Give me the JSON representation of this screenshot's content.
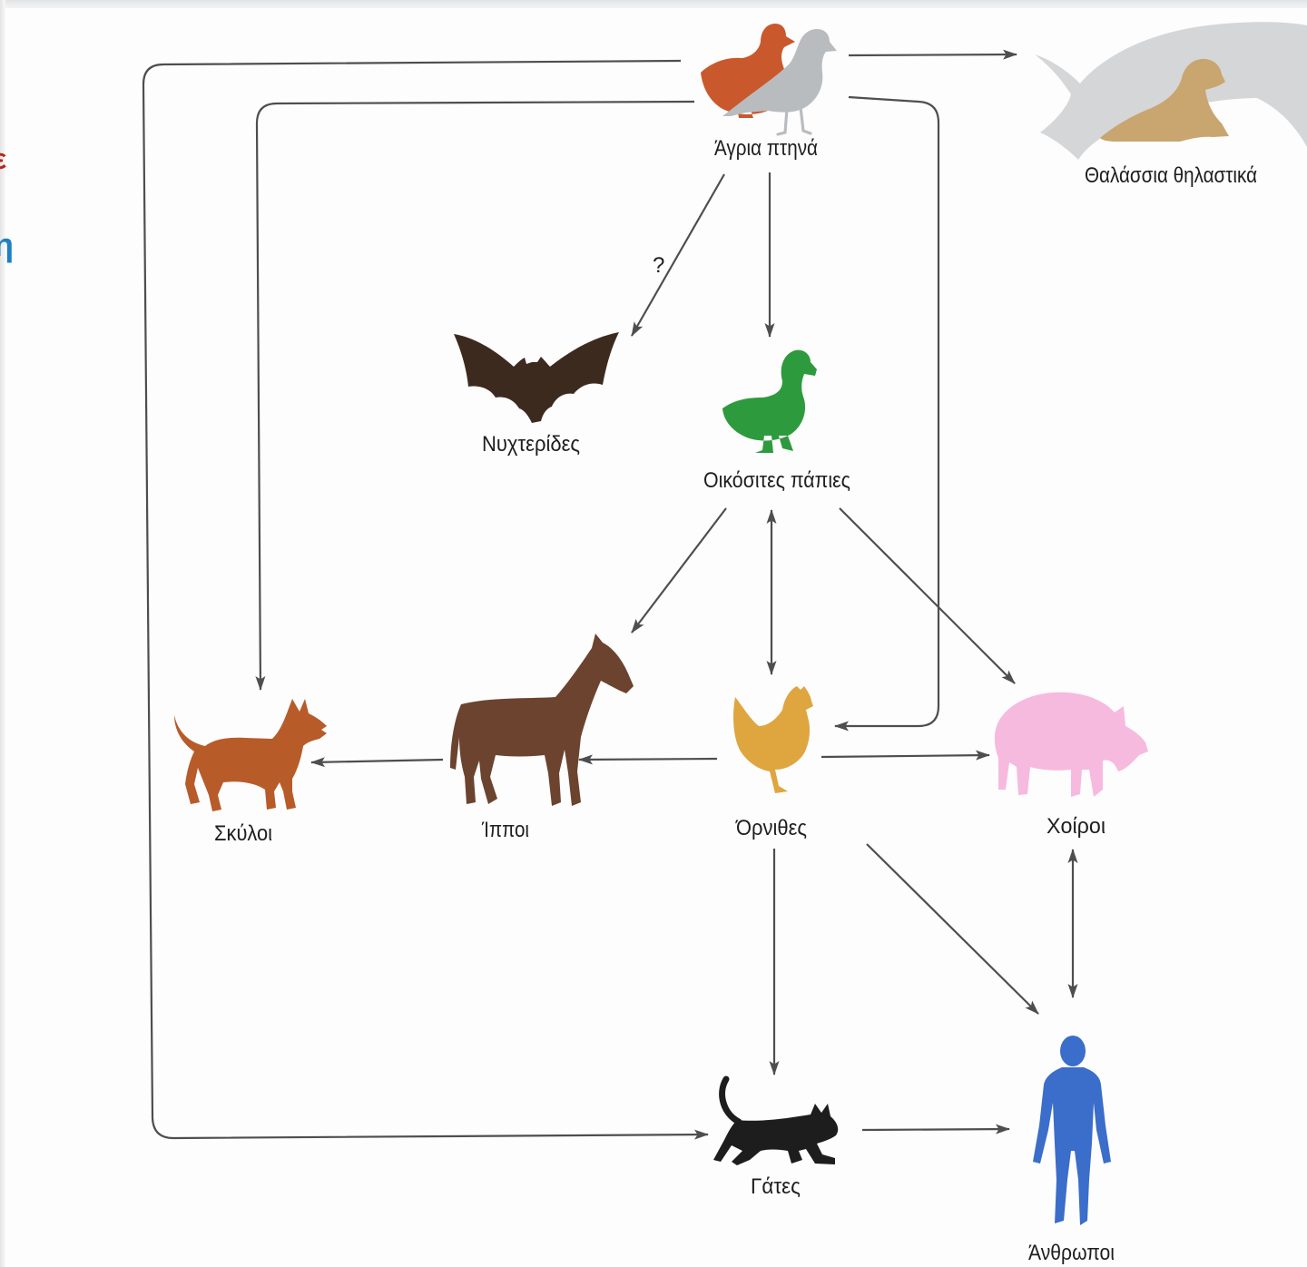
{
  "page_fragments": {
    "red_letter": "ε",
    "blue_letter": "η",
    "red_color": "#B4261C",
    "blue_color": "#1E7FC4"
  },
  "diagram": {
    "uncertain_label": "?",
    "arrow_color": "#4E4E4E",
    "nodes": {
      "wild_birds": {
        "label": "Άγρια πτηνά",
        "icon": "wild-birds-icon",
        "duck_color": "#C9592C",
        "gull_color": "#B9BCBF"
      },
      "marine_mammals": {
        "label": "Θαλάσσια θηλαστικά",
        "icon": "marine-mammals-icon",
        "dolphin_color": "#D5D6D8",
        "seal_color": "#C9A56F"
      },
      "bats": {
        "label": "Νυχτερίδες",
        "icon": "bat-icon",
        "color": "#3D2A1F"
      },
      "domestic_ducks": {
        "label": "Οικόσιτες πάπιες",
        "icon": "duck-icon",
        "color": "#2E9A3E"
      },
      "dogs": {
        "label": "Σκύλοι",
        "icon": "dog-icon",
        "color": "#B75B29"
      },
      "horses": {
        "label": "Ίπποι",
        "icon": "horse-icon",
        "color": "#6B432F"
      },
      "chickens": {
        "label": "Όρνιθες",
        "icon": "chicken-icon",
        "color": "#DFA53F"
      },
      "pigs": {
        "label": "Χοίροι",
        "icon": "pig-icon",
        "color": "#F6BADF"
      },
      "cats": {
        "label": "Γάτες",
        "icon": "cat-icon",
        "color": "#1D1D1D"
      },
      "humans": {
        "label": "Άνθρωποι",
        "icon": "human-icon",
        "color": "#3B6DCA"
      }
    }
  }
}
